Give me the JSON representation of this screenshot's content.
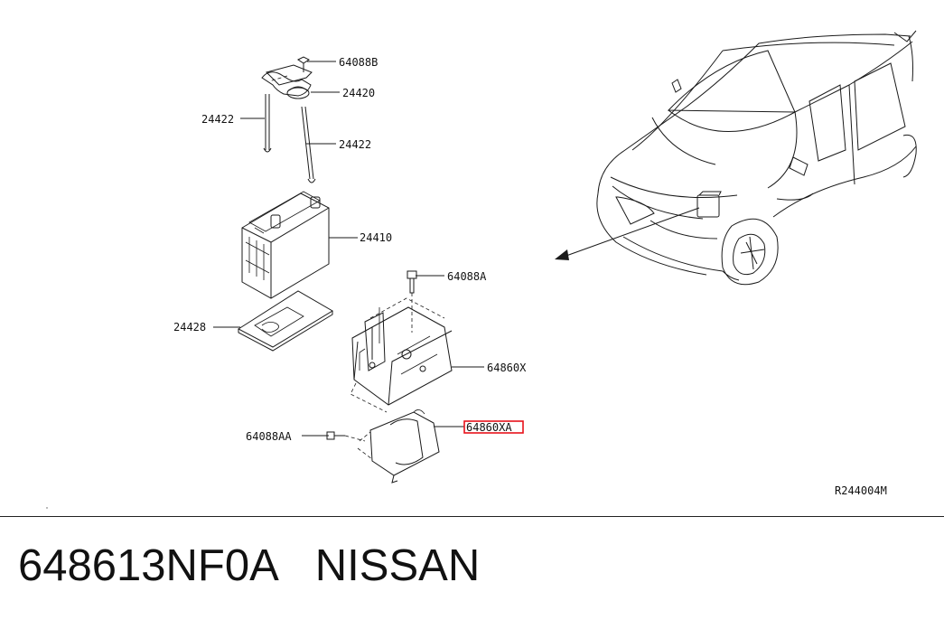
{
  "callouts": {
    "c64088b": "64088B",
    "c24420": "24420",
    "c24422a": "24422",
    "c24422b": "24422",
    "c24410": "24410",
    "c64088a": "64088A",
    "c24428": "24428",
    "c64860x": "64860X",
    "c64088aa": "64088AA",
    "c64860xa": "64860XA"
  },
  "diagram_code": "R244004M",
  "highlight_color": "#e8121b",
  "footer": {
    "part_number": "648613NF0A",
    "brand": "NISSAN"
  }
}
